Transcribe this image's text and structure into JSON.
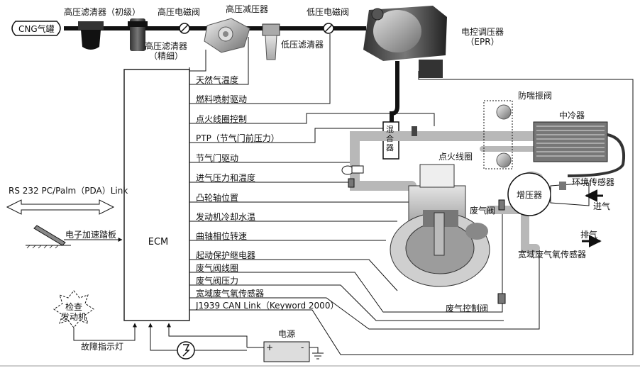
{
  "top_chain": {
    "cng_tank": "CNG气罐",
    "hp_filter_primary": "高压滤清器（初级）",
    "hp_solenoid": "高压电磁阀",
    "hp_regulator": "高压减压器",
    "lp_solenoid": "低压电磁阀",
    "hp_filter_fine_1": "高压滤清器",
    "hp_filter_fine_2": "（精细）",
    "lp_filter": "低压滤清器",
    "epr_1": "电控调压器",
    "epr_2": "（EPR）"
  },
  "ecm": {
    "label": "ECM",
    "signals": [
      "天然气温度",
      "燃料喷射驱动",
      "点火线圈控制",
      "PTP（节气门前压力）",
      "节气门驱动",
      "进气压力和温度",
      "凸轮轴位置",
      "发动机冷却水温",
      "曲轴相位转速",
      "起动保护继电器",
      "废气阀线圈",
      "废气阀压力",
      "宽域废气氧传感器",
      "J1939 CAN Link（Keyword 2000）"
    ]
  },
  "left_side": {
    "rs232": "RS 232 PC/Palm（PDA）Link",
    "pedal": "电子加速踏板",
    "check_engine_1": "检查",
    "check_engine_2": "发动机",
    "fault_lamp": "故障指示灯"
  },
  "bottom": {
    "power": "电源",
    "plus": "+",
    "minus": "-"
  },
  "engine_side": {
    "anti_surge": "防喘振阀",
    "intercooler": "中冷器",
    "mixer": "混合器",
    "ignition_coil": "点火线圈",
    "turbo": "增压器",
    "ambient_sensor": "环境传感器",
    "intake": "进气",
    "exhaust": "排气",
    "wastegate": "废气阀",
    "wb_sensor": "宽域废气氧传感器",
    "wg_control": "废气控制阀"
  },
  "colors": {
    "line": "#111111",
    "pipe_gray": "#b8b8b8",
    "ecm_border": "#222222"
  }
}
